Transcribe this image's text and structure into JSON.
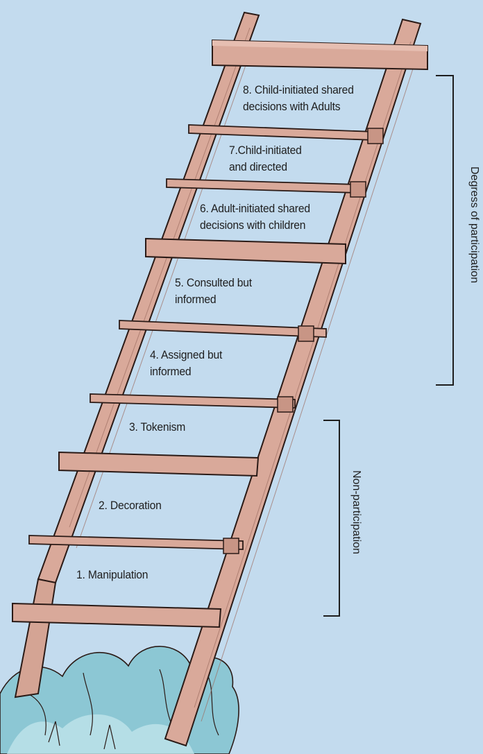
{
  "diagram": {
    "rungs": [
      {
        "id": "r8",
        "lines": [
          "8. Child-initiated shared",
          "decisions with Adults"
        ]
      },
      {
        "id": "r7",
        "lines": [
          "7.Child-initiated",
          "and directed"
        ]
      },
      {
        "id": "r6",
        "lines": [
          "6. Adult-initiated shared",
          "decisions with children"
        ]
      },
      {
        "id": "r5",
        "lines": [
          "5. Consulted but",
          "informed"
        ]
      },
      {
        "id": "r4",
        "lines": [
          "4. Assigned but",
          "informed"
        ]
      },
      {
        "id": "r3",
        "lines": [
          "3. Tokenism"
        ]
      },
      {
        "id": "r2",
        "lines": [
          "2. Decoration"
        ]
      },
      {
        "id": "r1",
        "lines": [
          "1. Manipulation"
        ]
      }
    ],
    "groups": {
      "participation": "Degress of participation",
      "non_participation": "Non-participation"
    },
    "colors": {
      "background": "#c3dbee",
      "wood": "#d9a99a",
      "wood_dark": "#b9857a",
      "outline": "#2a1a16",
      "bush": "#7fc0cf",
      "bush_light": "#bfe4ea"
    }
  }
}
